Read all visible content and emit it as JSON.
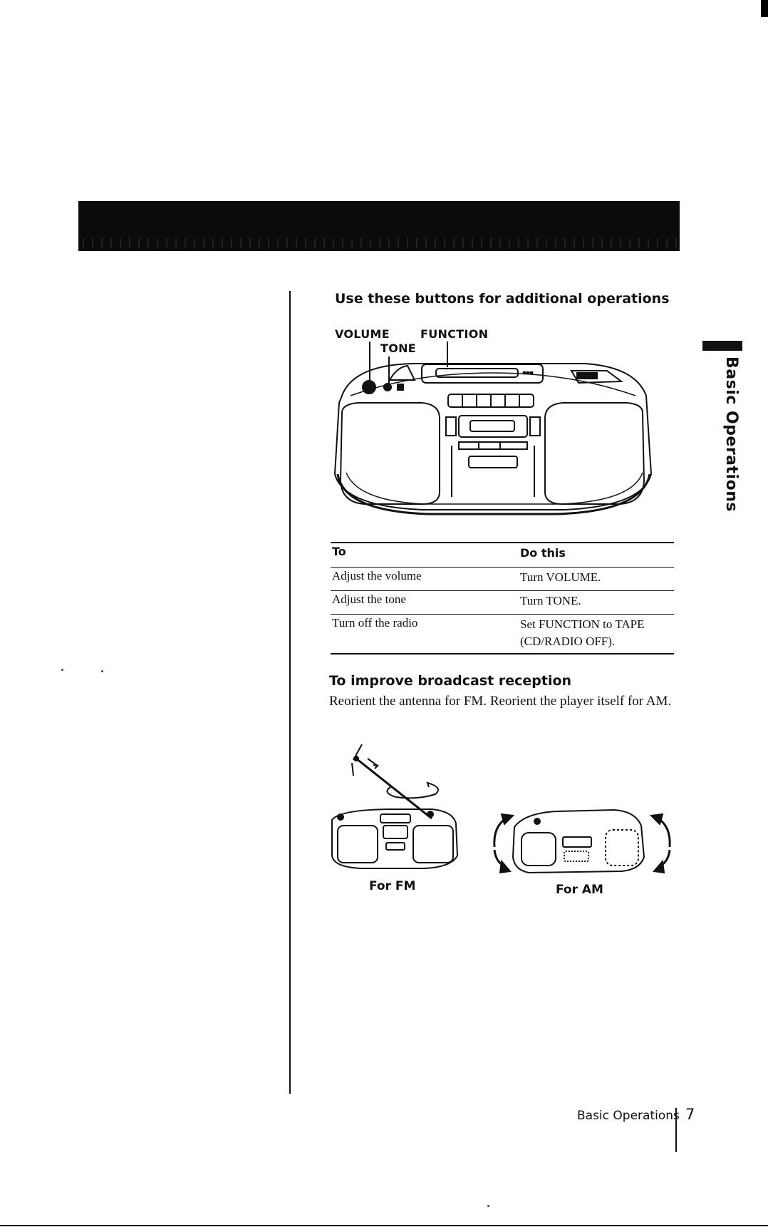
{
  "section": {
    "heading": "Use these buttons for additional operations"
  },
  "control_labels": {
    "volume": "VOLUME",
    "tone": "TONE",
    "function": "FUNCTION"
  },
  "table": {
    "headers": [
      "To",
      "Do this"
    ],
    "rows": [
      {
        "to": "Adjust the volume",
        "do_this": "Turn VOLUME."
      },
      {
        "to": "Adjust the tone",
        "do_this": "Turn TONE."
      },
      {
        "to": "Turn off the radio",
        "do_this_line1": "Set FUNCTION to TAPE",
        "do_this_line2": "(CD/RADIO OFF)."
      }
    ]
  },
  "reception": {
    "heading": "To improve broadcast reception",
    "text": "Reorient the antenna for FM. Reorient the player itself for AM.",
    "caption_fm": "For FM",
    "caption_am": "For AM"
  },
  "side_tab": "Basic Operations",
  "footer": {
    "section_name": "Basic Operations",
    "page_number": "7"
  }
}
